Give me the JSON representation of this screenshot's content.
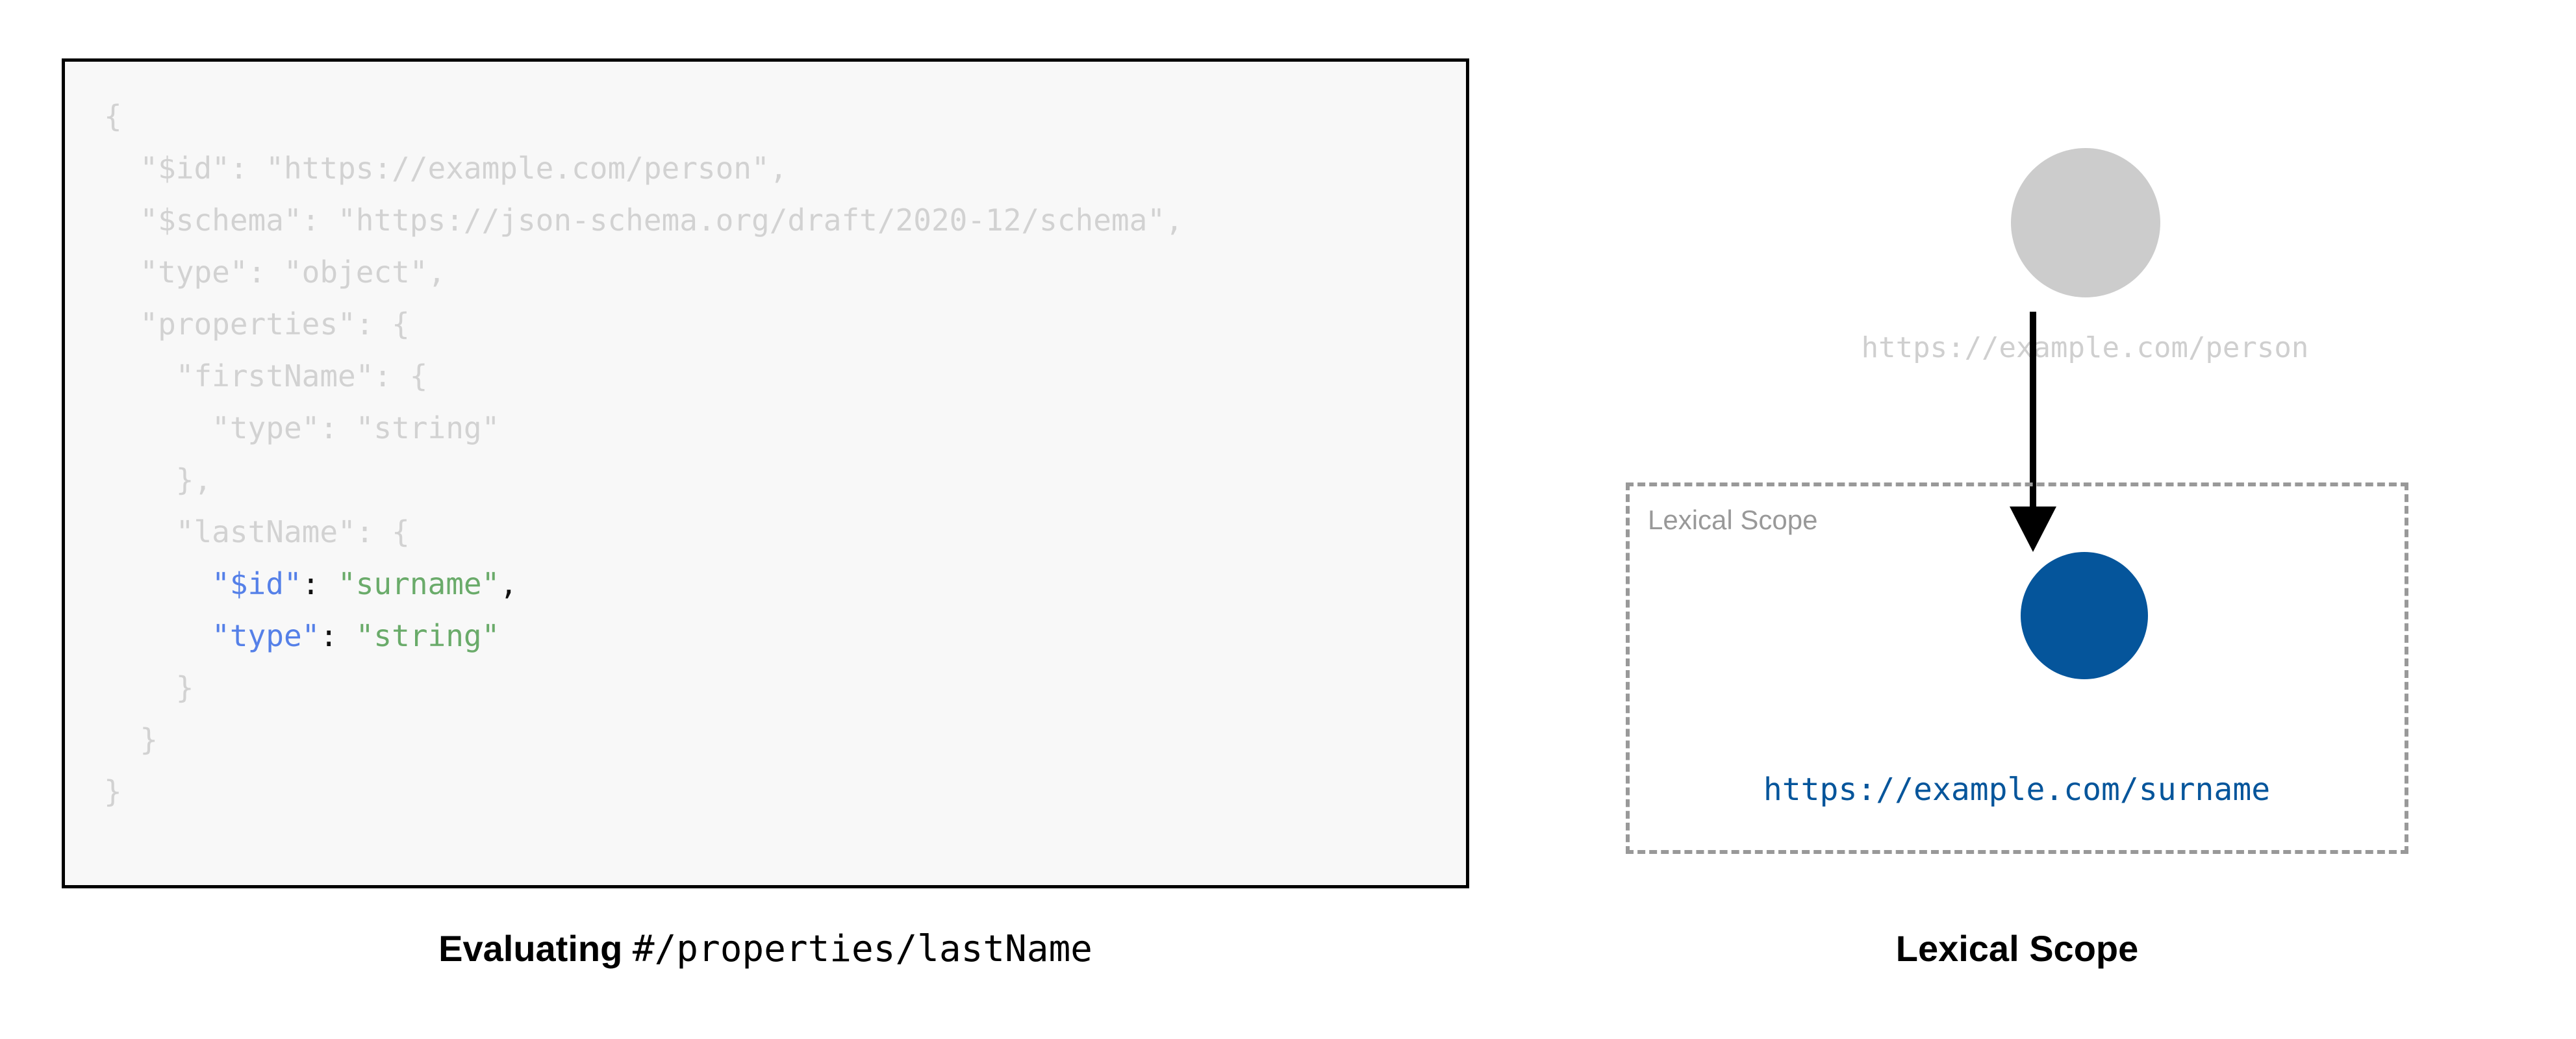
{
  "left": {
    "code_lines": [
      {
        "text": "{",
        "highlight": false
      },
      {
        "text": "  \"$id\": \"https://example.com/person\",",
        "highlight": false
      },
      {
        "text": "  \"$schema\": \"https://json-schema.org/draft/2020-12/schema\",",
        "highlight": false
      },
      {
        "text": "  \"type\": \"object\",",
        "highlight": false
      },
      {
        "text": "  \"properties\": {",
        "highlight": false
      },
      {
        "text": "    \"firstName\": {",
        "highlight": false
      },
      {
        "text": "      \"type\": \"string\"",
        "highlight": false
      },
      {
        "text": "    },",
        "highlight": false
      },
      {
        "text": "    \"lastName\": {",
        "highlight": false
      },
      {
        "text": "      \"$id\": \"surname\",",
        "highlight": true,
        "indent": "      ",
        "key": "\"$id\"",
        "sep": ": ",
        "value": "\"surname\"",
        "tail": ","
      },
      {
        "text": "      \"type\": \"string\"",
        "highlight": true,
        "indent": "      ",
        "key": "\"type\"",
        "sep": ": ",
        "value": "\"string\"",
        "tail": ""
      },
      {
        "text": "    }",
        "highlight": false
      },
      {
        "text": "  }",
        "highlight": false
      },
      {
        "text": "}",
        "highlight": false
      }
    ],
    "caption_bold": "Evaluating",
    "caption_mono": "#/properties/lastName"
  },
  "right": {
    "outer_node_label": "https://example.com/person",
    "scope_box_label": "Lexical Scope",
    "inner_node_label": "https://example.com/surname",
    "caption": "Lexical Scope"
  },
  "colors": {
    "dim_code": "#d2d2d2",
    "key_blue": "#5580e8",
    "string_green": "#6aab6a",
    "node_gray": "#cccccc",
    "node_blue": "#05559b",
    "scope_border_gray": "#999999",
    "code_bg": "#f8f8f8",
    "code_border": "#000000"
  }
}
